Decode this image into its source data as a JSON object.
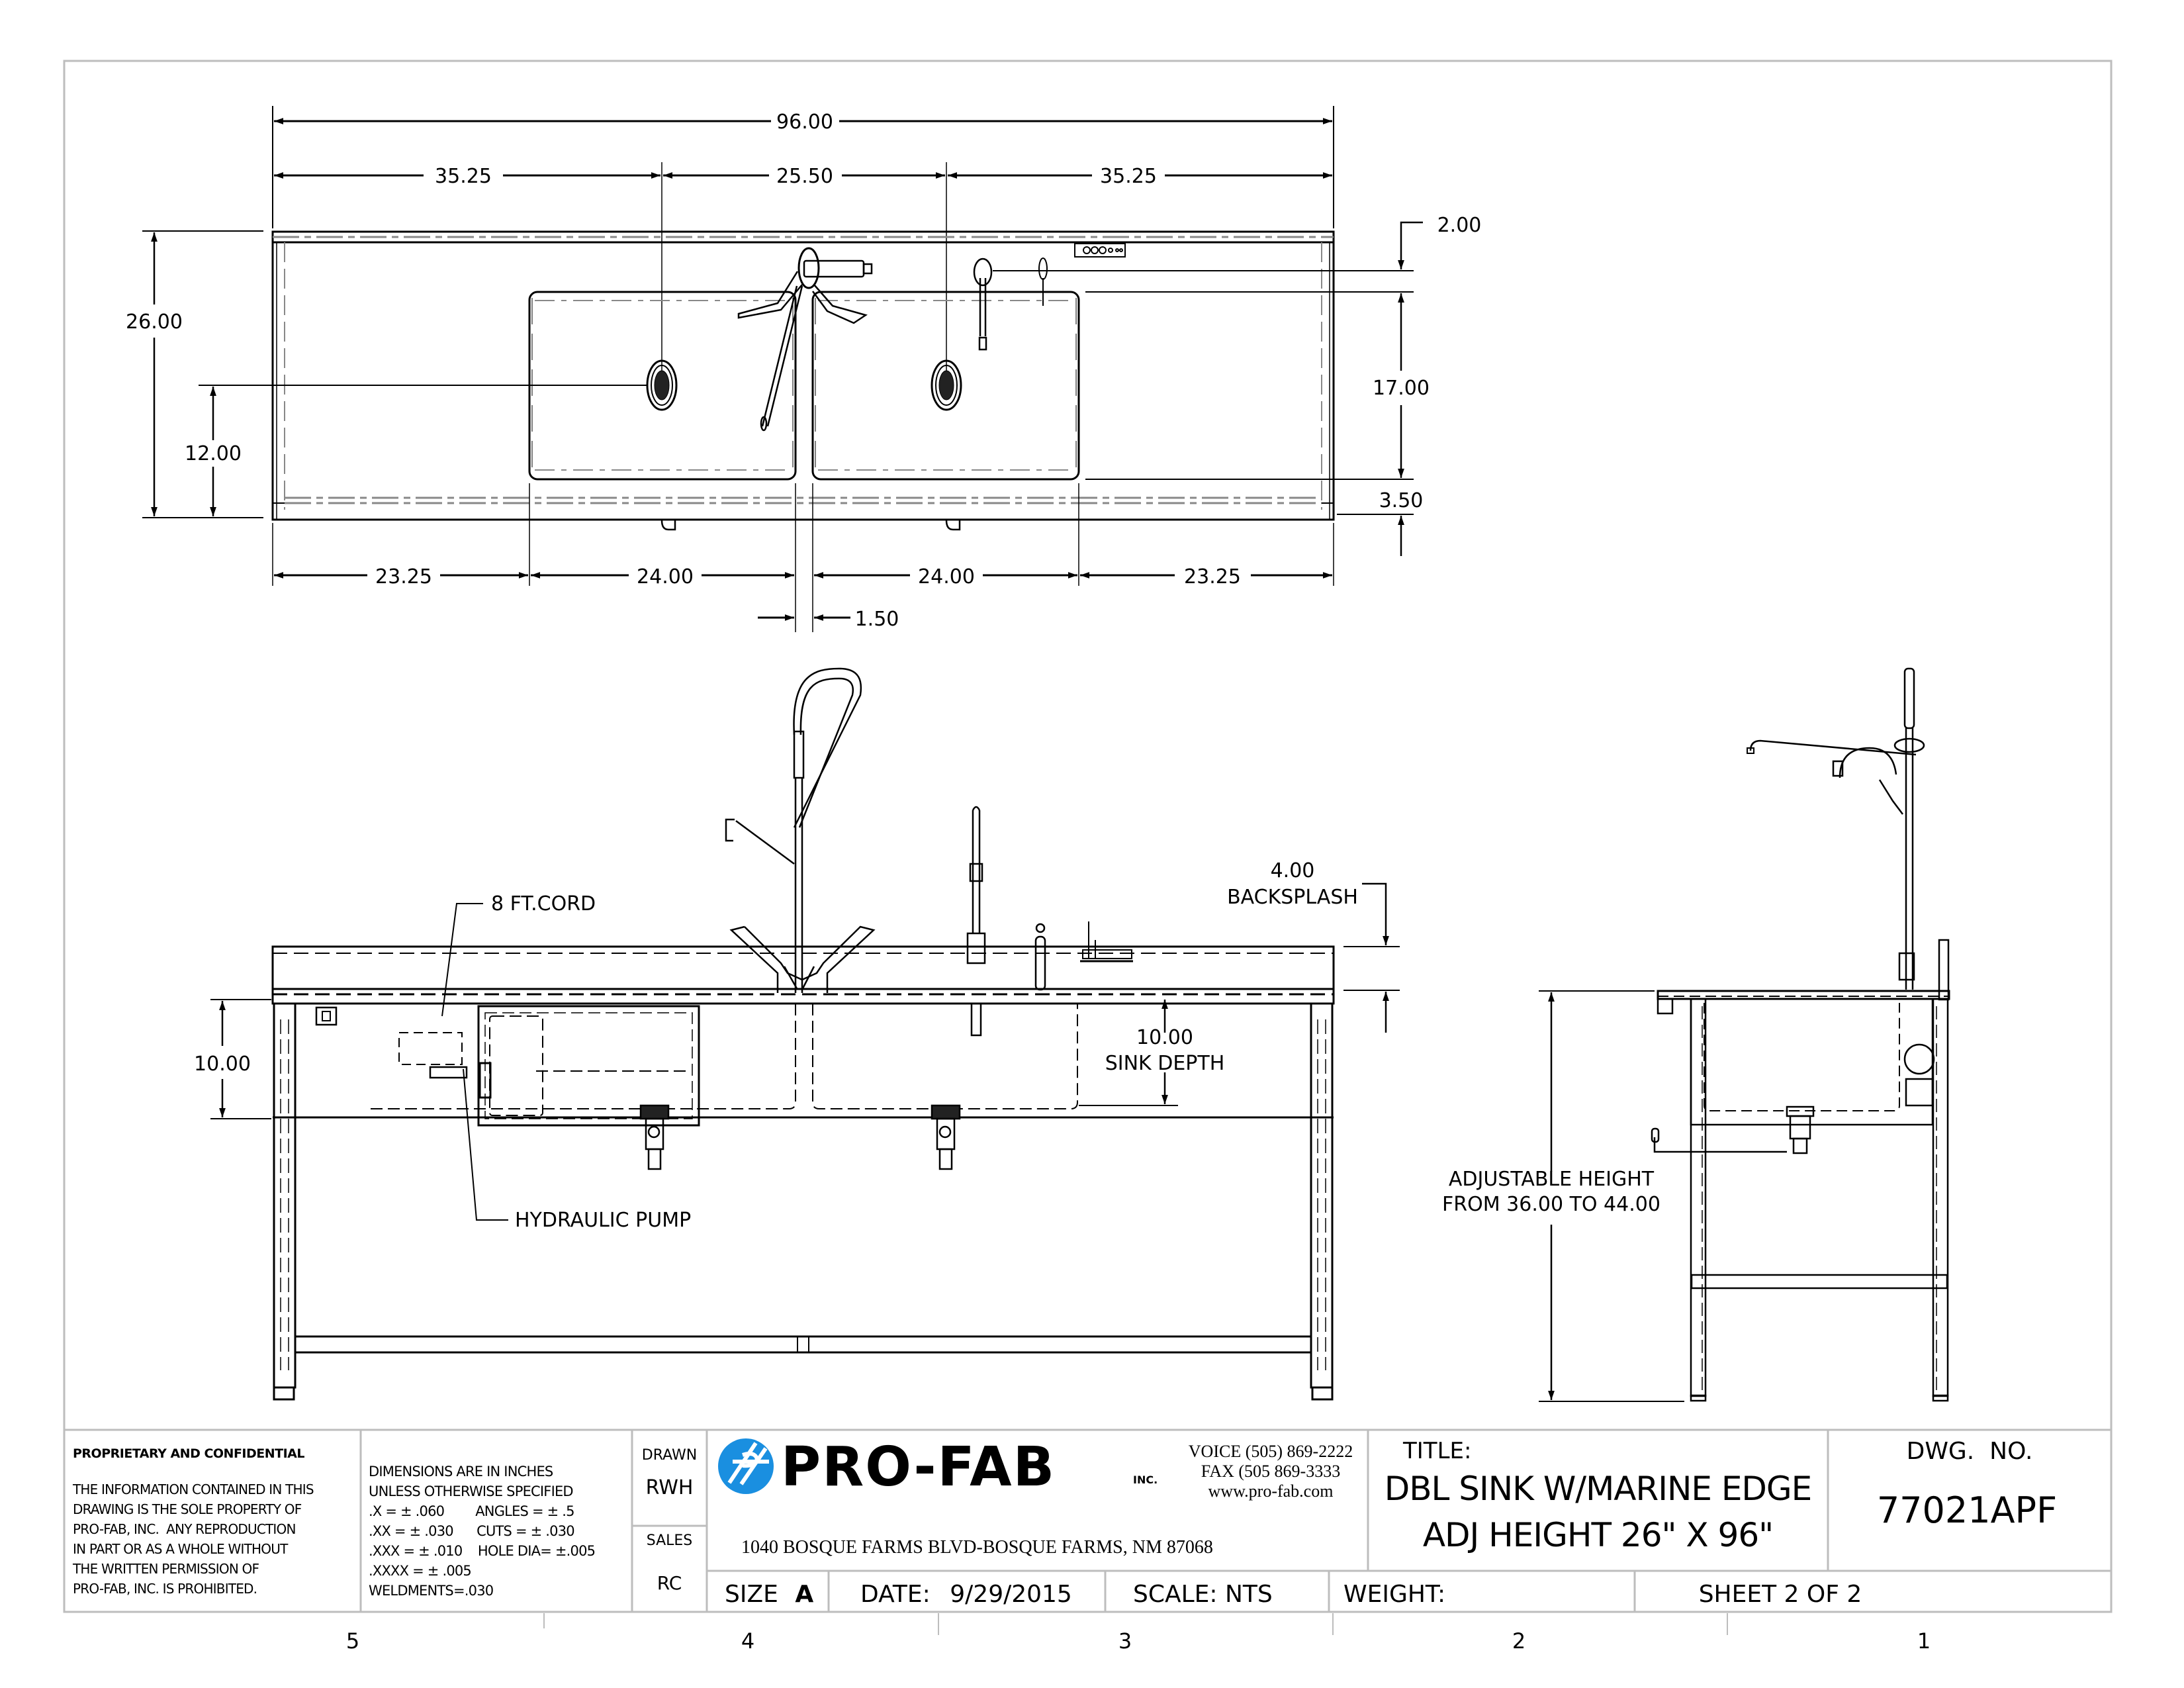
{
  "drawing": {
    "plan_view": {
      "dimensions": {
        "overall_length": "96.00",
        "left_offset": "35.25",
        "drain_spacing": "25.50",
        "right_offset": "35.25",
        "overall_depth": "26.00",
        "drain_from_front": "12.00",
        "back_to_sink": "2.00",
        "sink_front_to_back": "17.00",
        "front_to_sink": "3.50",
        "left_drainboard": "23.25",
        "left_sink_width": "24.00",
        "right_sink_width": "24.00",
        "right_drainboard": "23.25",
        "divider": "1.50"
      }
    },
    "front_elevation": {
      "callouts": {
        "cord": "8 FT.CORD",
        "pump": "HYDRAULIC PUMP"
      },
      "dimensions": {
        "backsplash_value": "4.00",
        "backsplash_label": "BACKSPLASH",
        "sink_depth_value": "10.00",
        "sink_depth_label": "SINK DEPTH",
        "left_depth": "10.00"
      }
    },
    "side_elevation": {
      "height_label_line1": "ADJUSTABLE HEIGHT",
      "height_label_line2": "FROM 36.00 TO 44.00"
    }
  },
  "title_block": {
    "proprietary": {
      "heading": "PROPRIETARY AND CONFIDENTIAL",
      "lines": [
        "THE INFORMATION CONTAINED IN THIS",
        "DRAWING IS THE SOLE PROPERTY OF",
        "PRO-FAB, INC.  ANY REPRODUCTION",
        "IN PART OR AS A WHOLE WITHOUT",
        "THE WRITTEN PERMISSION OF",
        "PRO-FAB, INC. IS PROHIBITED."
      ]
    },
    "tolerances": {
      "lines": [
        "DIMENSIONS ARE IN INCHES",
        "UNLESS OTHERWISE SPECIFIED",
        ".X = ± .060        ANGLES = ± .5",
        ".XX = ± .030      CUTS = ± .030",
        ".XXX = ± .010    HOLE DIA= ±.005",
        ".XXXX = ± .005",
        "WELDMENTS=.030"
      ]
    },
    "drawn_label": "DRAWN",
    "drawn_value": "RWH",
    "sales_label": "SALES",
    "sales_value": "RC",
    "company": {
      "logo_text": "PRO-FAB",
      "logo_suffix": "INC.",
      "logo_color": "#1a8fe0",
      "voice": "VOICE (505) 869-2222",
      "fax": "FAX (505 869-3333",
      "website": "www.pro-fab.com",
      "address": "1040 BOSQUE FARMS BLVD-BOSQUE FARMS, NM 87068"
    },
    "title_label": "TITLE:",
    "title_line1": "DBL SINK W/MARINE EDGE",
    "title_line2": "ADJ HEIGHT 26\" X 96\"",
    "dwg_no_label": "DWG.  NO.",
    "dwg_no": "77021APF",
    "size_label": "SIZE",
    "size_value": "A",
    "date_label": "DATE:",
    "date_value": "9/29/2015",
    "scale_label": "SCALE: NTS",
    "weight_label": "WEIGHT:",
    "sheet_label": "SHEET 2 OF 2"
  },
  "zones": [
    "5",
    "4",
    "3",
    "2",
    "1"
  ]
}
